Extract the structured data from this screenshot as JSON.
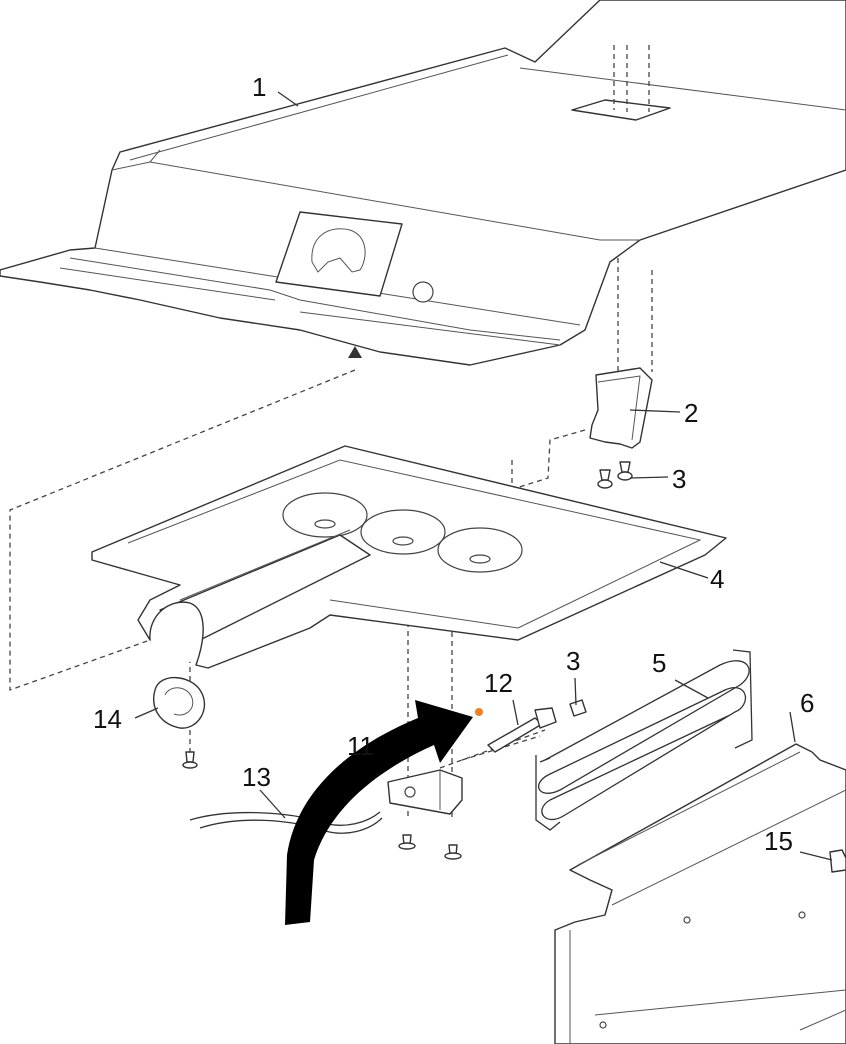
{
  "callouts": {
    "c1": "1",
    "c2": "2",
    "c3a": "3",
    "c3b": "3",
    "c4": "4",
    "c5": "5",
    "c6": "6",
    "c11": "11",
    "c12": "12",
    "c13": "13",
    "c14": "14",
    "c15": "15"
  },
  "colors": {
    "line": "#333333",
    "arrow": "#000000",
    "marker": "#f07f22"
  }
}
